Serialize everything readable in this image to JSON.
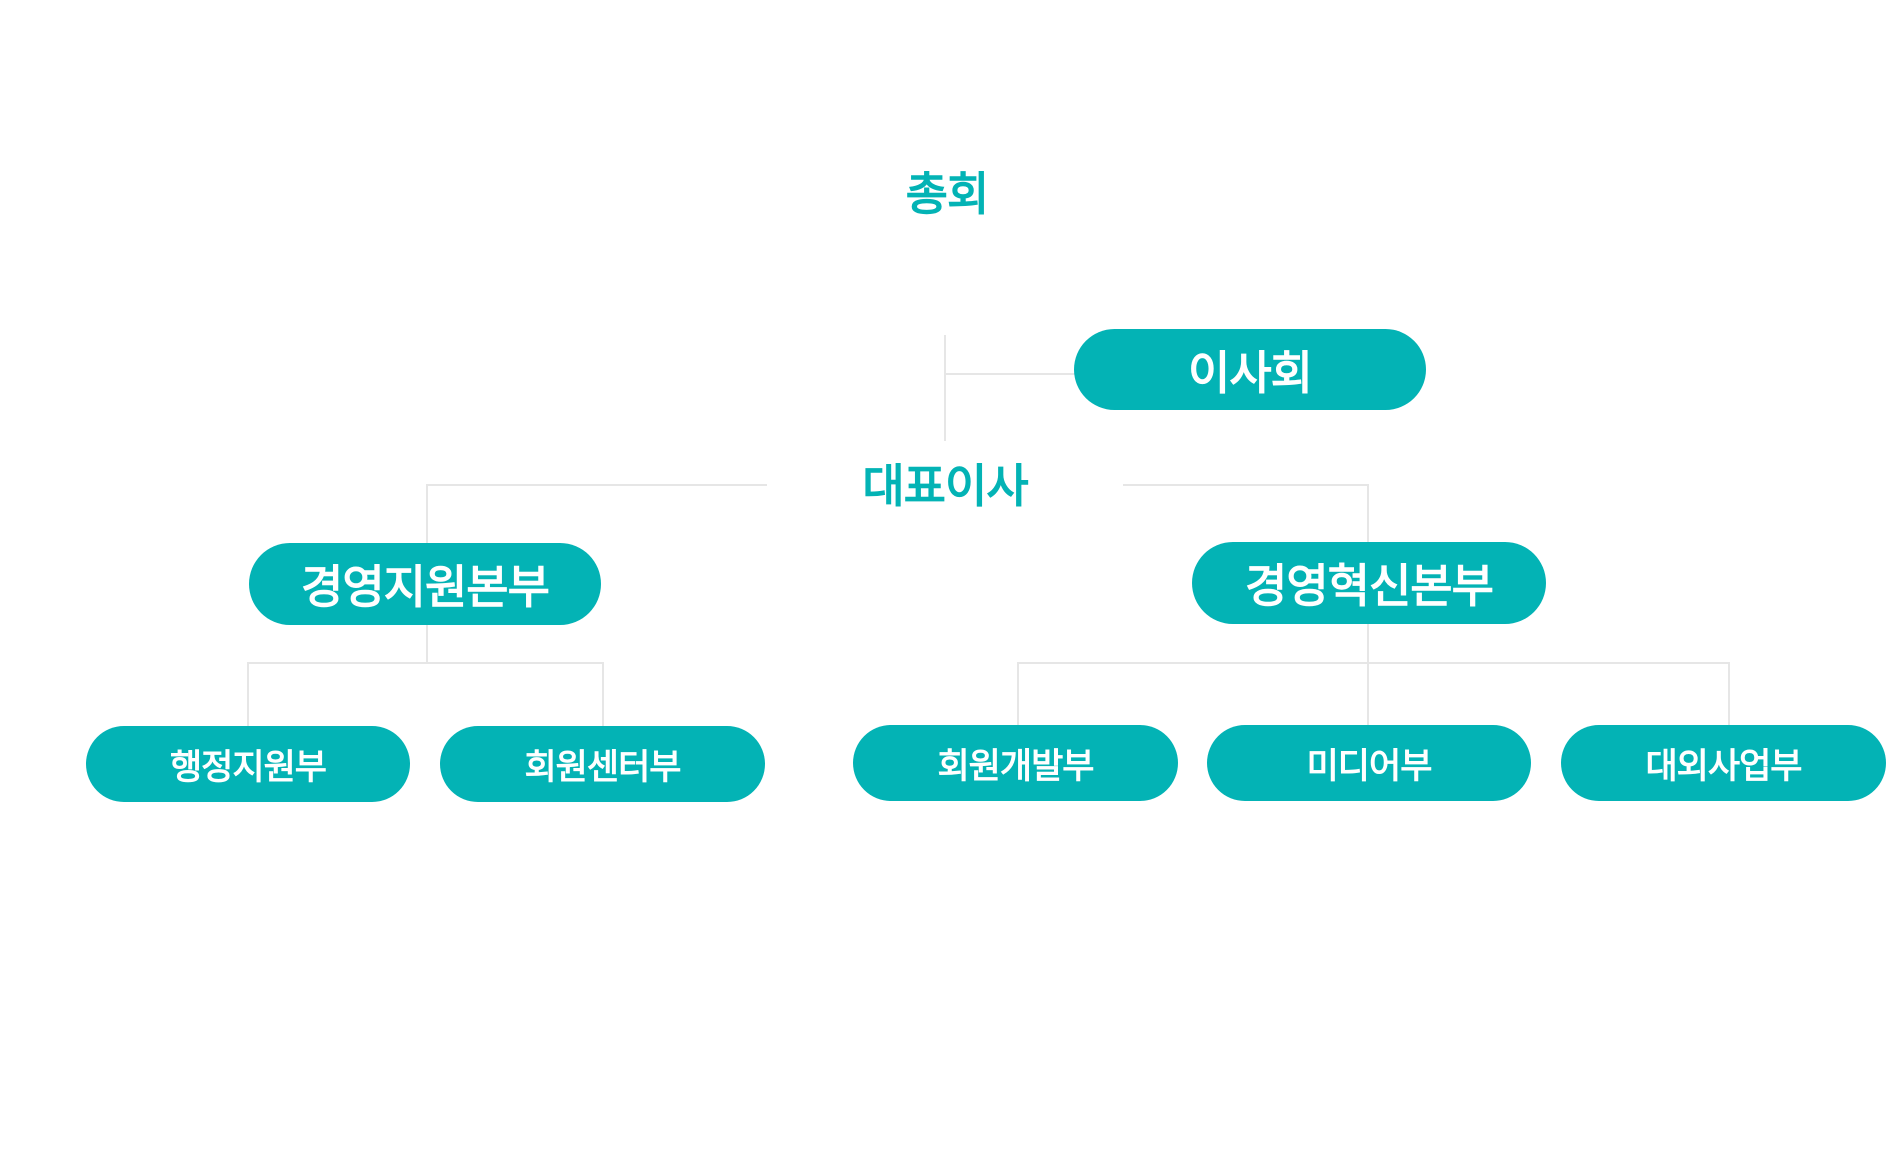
{
  "org_chart": {
    "general_meeting": "총회",
    "board": "이사회",
    "ceo": "대표이사",
    "divisions": [
      {
        "name": "경영지원본부",
        "departments": [
          "행정지원부",
          "회원센터부"
        ]
      },
      {
        "name": "경영혁신본부",
        "departments": [
          "회원개발부",
          "미디어부",
          "대외사업부"
        ]
      }
    ]
  },
  "colors": {
    "accent": "#03b3b5",
    "connector": "#e6e6e6"
  }
}
